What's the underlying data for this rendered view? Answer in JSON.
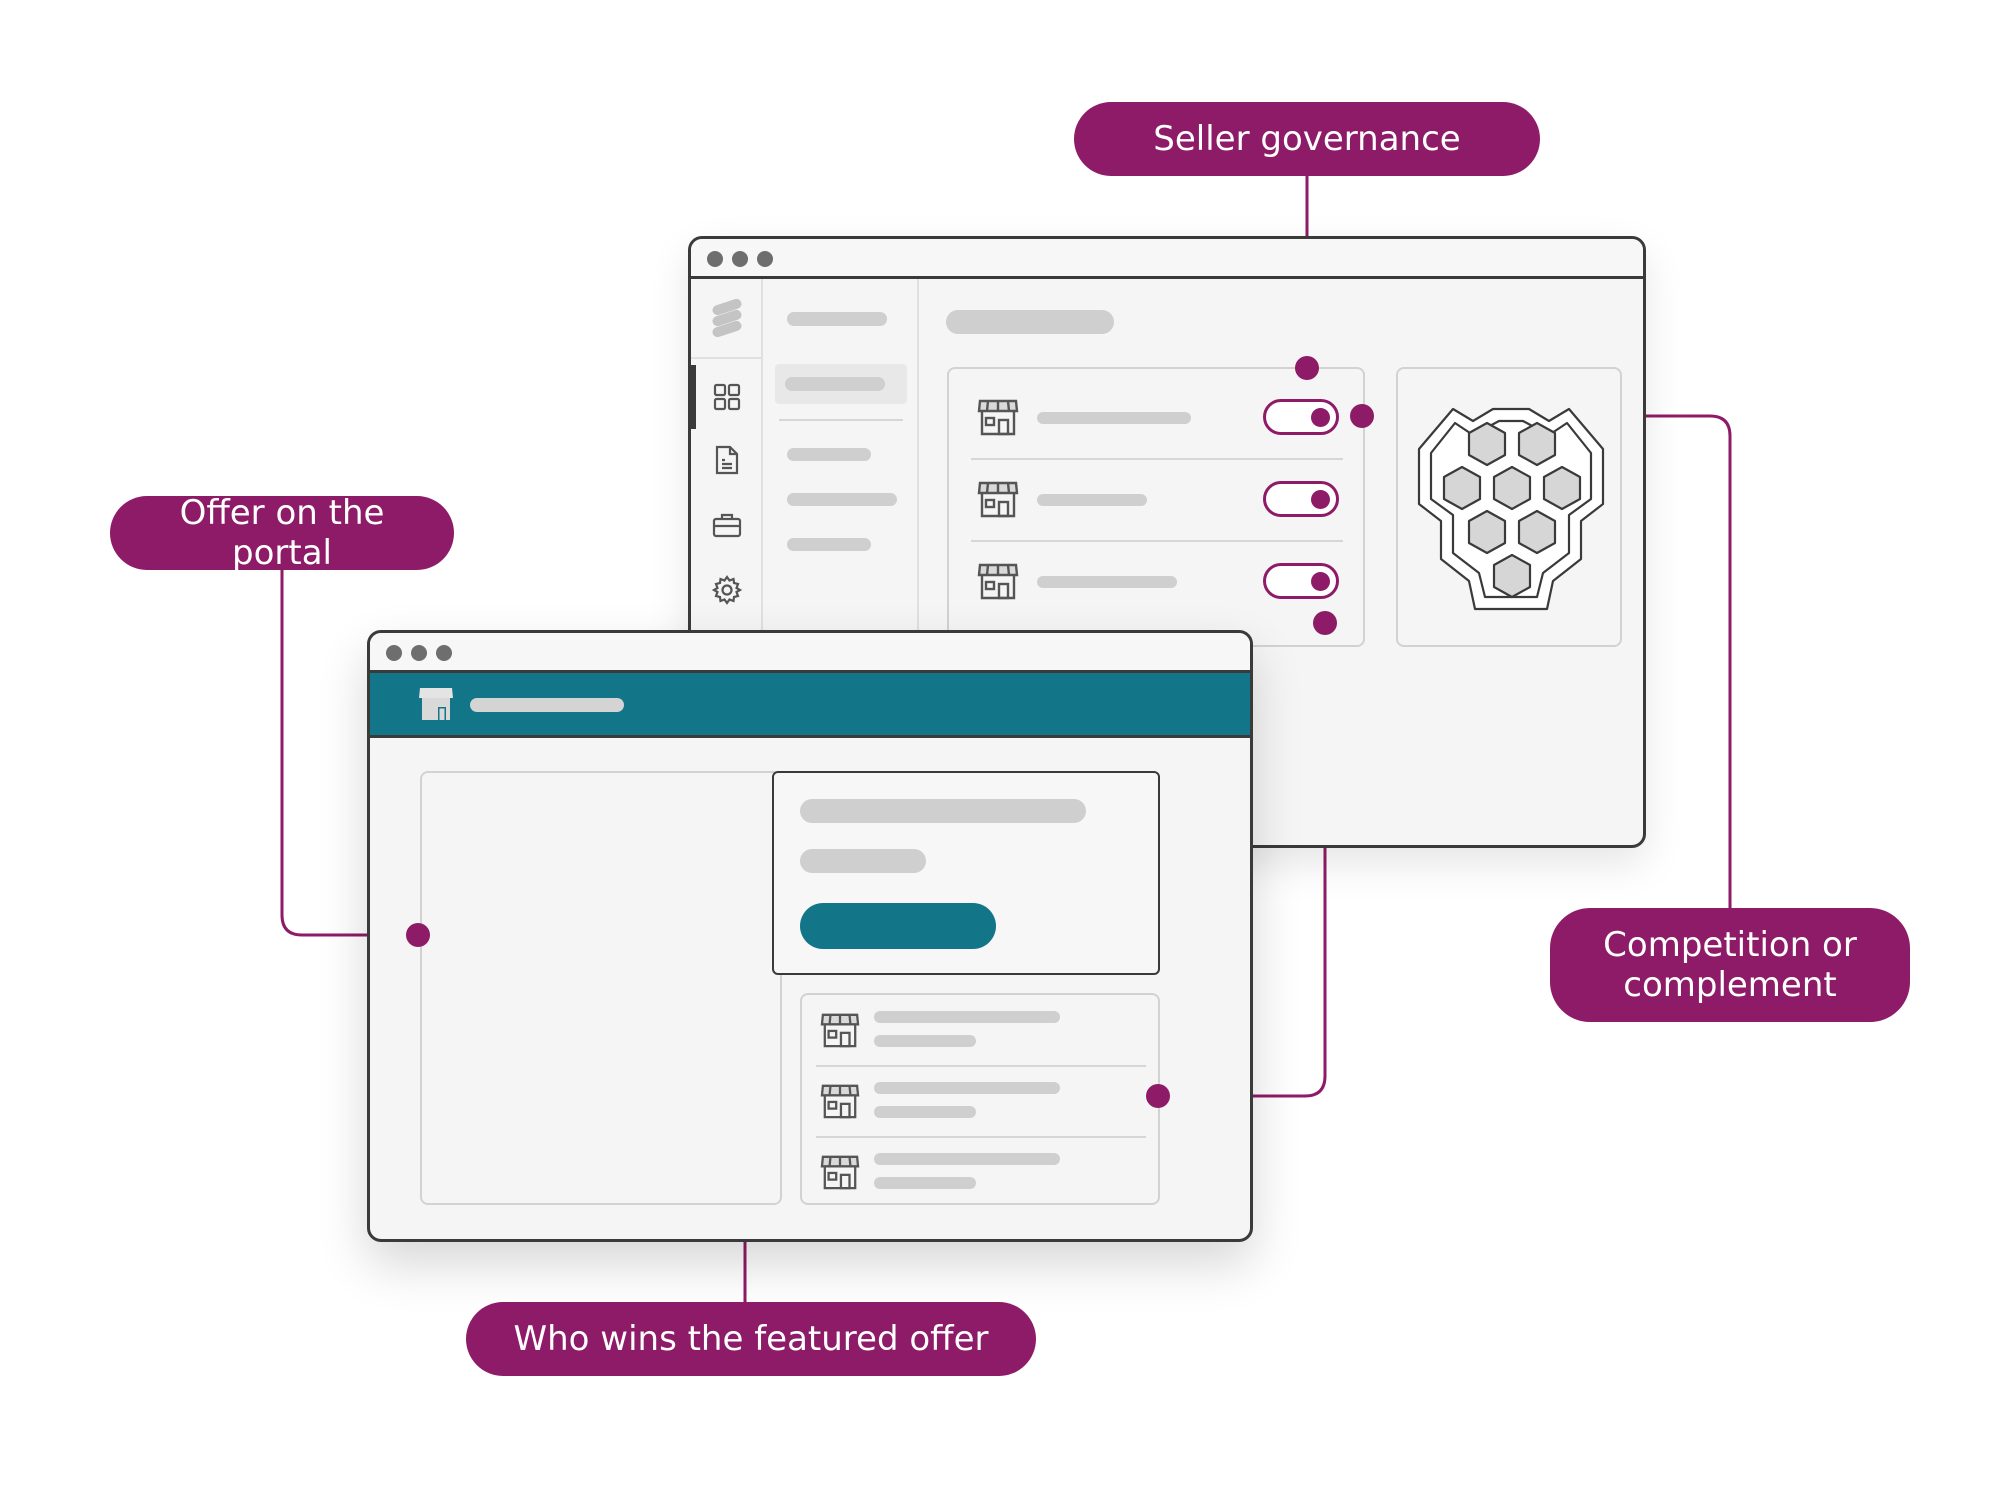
{
  "callouts": {
    "seller_governance": "Seller governance",
    "offer_on_portal": "Offer on the portal",
    "competition_line1": "Competition or",
    "competition_line2": "complement",
    "featured_offer": "Who wins the featured offer"
  },
  "colors": {
    "accent": "#8e1b67",
    "teal": "#137688",
    "outline": "#3a3a3a",
    "placeholder": "#cfcfcf",
    "panel": "#f5f5f5"
  },
  "icons": {
    "logo": "brand-logo-icon",
    "grid": "dashboard-grid-icon",
    "document": "document-icon",
    "briefcase": "briefcase-icon",
    "settings": "gear-icon",
    "storefront": "storefront-icon",
    "hexagons": "hexagon-cluster-icon"
  },
  "seller_toggles": [
    {
      "enabled": true
    },
    {
      "enabled": true
    },
    {
      "enabled": true
    }
  ]
}
